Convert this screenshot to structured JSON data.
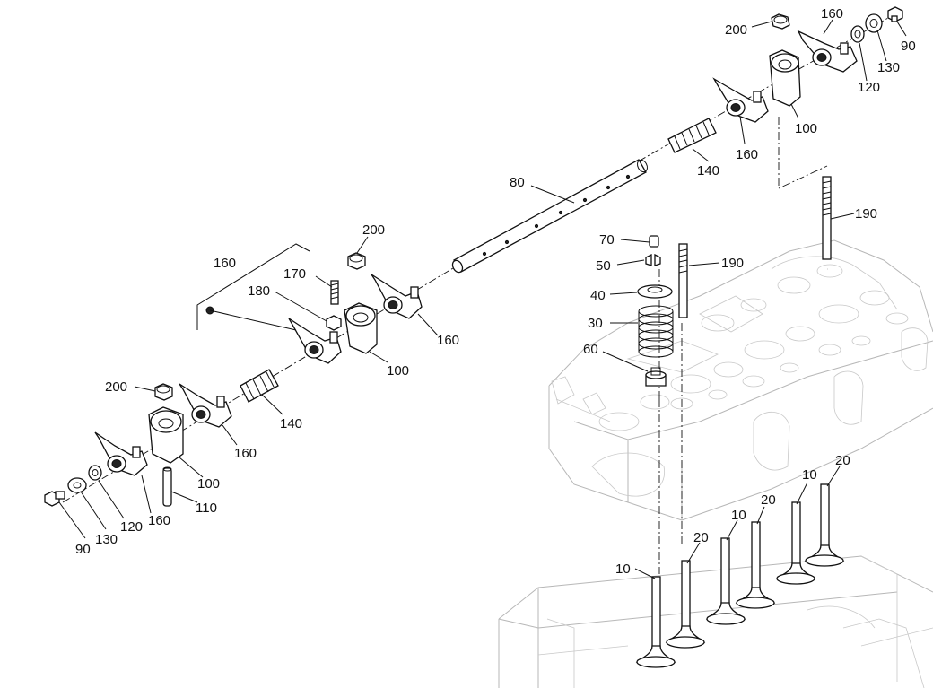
{
  "callouts": [
    {
      "id": "c200a",
      "text": "200"
    },
    {
      "id": "c160a",
      "text": "160"
    },
    {
      "id": "c90a",
      "text": "90"
    },
    {
      "id": "c130a",
      "text": "130"
    },
    {
      "id": "c120a",
      "text": "120"
    },
    {
      "id": "c100a",
      "text": "100"
    },
    {
      "id": "c160b",
      "text": "160"
    },
    {
      "id": "c140a",
      "text": "140"
    },
    {
      "id": "c80",
      "text": "80"
    },
    {
      "id": "c190a",
      "text": "190"
    },
    {
      "id": "c70",
      "text": "70"
    },
    {
      "id": "c50",
      "text": "50"
    },
    {
      "id": "c190b",
      "text": "190"
    },
    {
      "id": "c40",
      "text": "40"
    },
    {
      "id": "c30",
      "text": "30"
    },
    {
      "id": "c60",
      "text": "60"
    },
    {
      "id": "c160c",
      "text": "160"
    },
    {
      "id": "c200b",
      "text": "200"
    },
    {
      "id": "c170",
      "text": "170"
    },
    {
      "id": "c180",
      "text": "180"
    },
    {
      "id": "c160d",
      "text": "160"
    },
    {
      "id": "c100b",
      "text": "100"
    },
    {
      "id": "c140b",
      "text": "140"
    },
    {
      "id": "c200c",
      "text": "200"
    },
    {
      "id": "c160e",
      "text": "160"
    },
    {
      "id": "c100c",
      "text": "100"
    },
    {
      "id": "c110",
      "text": "110"
    },
    {
      "id": "c160f",
      "text": "160"
    },
    {
      "id": "c120b",
      "text": "120"
    },
    {
      "id": "c130b",
      "text": "130"
    },
    {
      "id": "c90b",
      "text": "90"
    },
    {
      "id": "c10a",
      "text": "10"
    },
    {
      "id": "c20a",
      "text": "20"
    },
    {
      "id": "c10b",
      "text": "10"
    },
    {
      "id": "c20b",
      "text": "20"
    },
    {
      "id": "c10c",
      "text": "10"
    },
    {
      "id": "c20c",
      "text": "20"
    }
  ]
}
